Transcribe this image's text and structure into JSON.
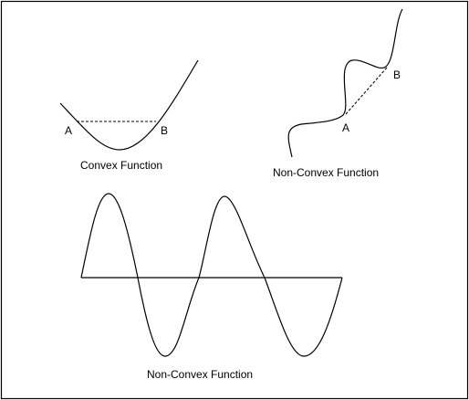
{
  "colors": {
    "background": "#ffffff",
    "stroke": "#000000",
    "frame": "#000000"
  },
  "panels": {
    "convex": {
      "caption": "Convex Function",
      "point_a": "A",
      "point_b": "B"
    },
    "non_convex_top": {
      "caption": "Non-Convex Function",
      "point_a": "A",
      "point_b": "B"
    },
    "non_convex_wave": {
      "caption": "Non-Convex Function"
    }
  }
}
